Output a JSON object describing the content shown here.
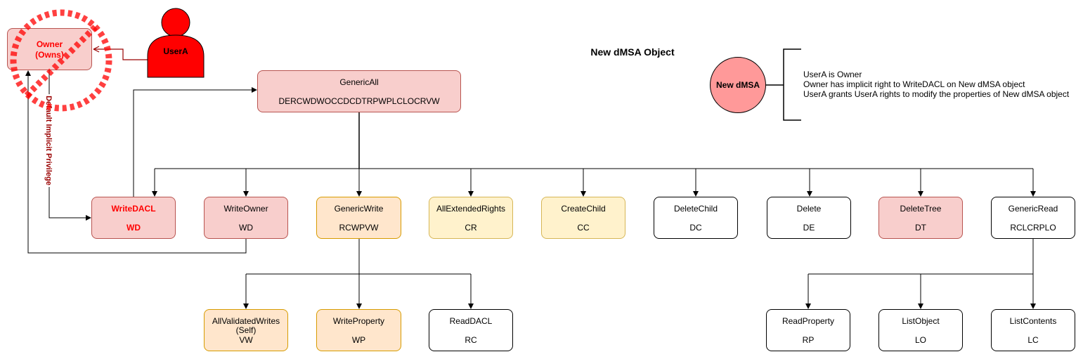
{
  "title": "New dMSA Object",
  "owner": {
    "line1": "Owner",
    "line2": "(Owns)"
  },
  "user": {
    "label": "UserA"
  },
  "privilege_label": "Default Implicit Privilege",
  "dmsa": {
    "label": "New dMSA"
  },
  "notes": [
    "UserA is Owner",
    "Owner has implicit right to WriteDACL on New dMSA object",
    "UserA grants UserA rights to modify the properties of New dMSA object"
  ],
  "colors": {
    "pink_fill": "#f8cecc",
    "pink_stroke": "#b85450",
    "peach_fill": "#ffe6cc",
    "peach_stroke": "#d79b00",
    "yellow_fill": "#fff2cc",
    "yellow_stroke": "#d6b656",
    "user_red": "#ff0000",
    "dmsa_fill": "#ff9999",
    "arrow_dark_red": "#990000"
  },
  "rights": {
    "genericall": {
      "name": "GenericAll",
      "code": "DERCWDWOCCDCDTRPWPLCLOCRVW"
    },
    "writedacl": {
      "name": "WriteDACL",
      "code": "WD"
    },
    "writeowner": {
      "name": "WriteOwner",
      "code": "WD"
    },
    "genericwrite": {
      "name": "GenericWrite",
      "code": "RCWPVW"
    },
    "allextended": {
      "name": "AllExtendedRights",
      "code": "CR"
    },
    "createchild": {
      "name": "CreateChild",
      "code": "CC"
    },
    "deletechild": {
      "name": "DeleteChild",
      "code": "DC"
    },
    "delete": {
      "name": "Delete",
      "code": "DE"
    },
    "deletetree": {
      "name": "DeleteTree",
      "code": "DT"
    },
    "genericread": {
      "name": "GenericRead",
      "code": "RCLCRPLO"
    },
    "allvalidated": {
      "name": "AllValidatedWrites",
      "name2": "(Self)",
      "code": "VW"
    },
    "writeproperty": {
      "name": "WriteProperty",
      "code": "WP"
    },
    "readdacl": {
      "name": "ReadDACL",
      "code": "RC"
    },
    "readproperty": {
      "name": "ReadProperty",
      "code": "RP"
    },
    "listobject": {
      "name": "ListObject",
      "code": "LO"
    },
    "listcontents": {
      "name": "ListContents",
      "code": "LC"
    }
  }
}
